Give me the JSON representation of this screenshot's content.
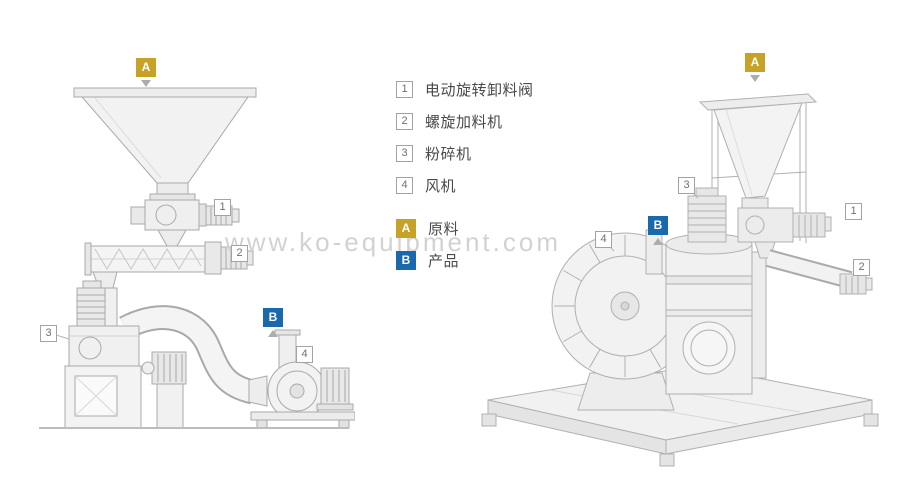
{
  "legend": {
    "items": [
      {
        "num": "1",
        "label": "电动旋转卸料阀"
      },
      {
        "num": "2",
        "label": "螺旋加料机"
      },
      {
        "num": "3",
        "label": "粉碎机"
      },
      {
        "num": "4",
        "label": "风机"
      }
    ],
    "material": {
      "key": "A",
      "label": "原料"
    },
    "product": {
      "key": "B",
      "label": "产品"
    }
  },
  "colors": {
    "material_badge": "#c6a227",
    "product_badge": "#1a69ad",
    "line_art": "#a9a9a9"
  },
  "left_view": {
    "material_badge": "A",
    "product_badge": "B",
    "callouts": [
      "1",
      "2",
      "3",
      "4"
    ]
  },
  "right_view": {
    "material_badge": "A",
    "product_badge": "B",
    "callouts": [
      "1",
      "2",
      "3",
      "4"
    ]
  },
  "watermark": {
    "text": "www.ko-equipment.com"
  }
}
